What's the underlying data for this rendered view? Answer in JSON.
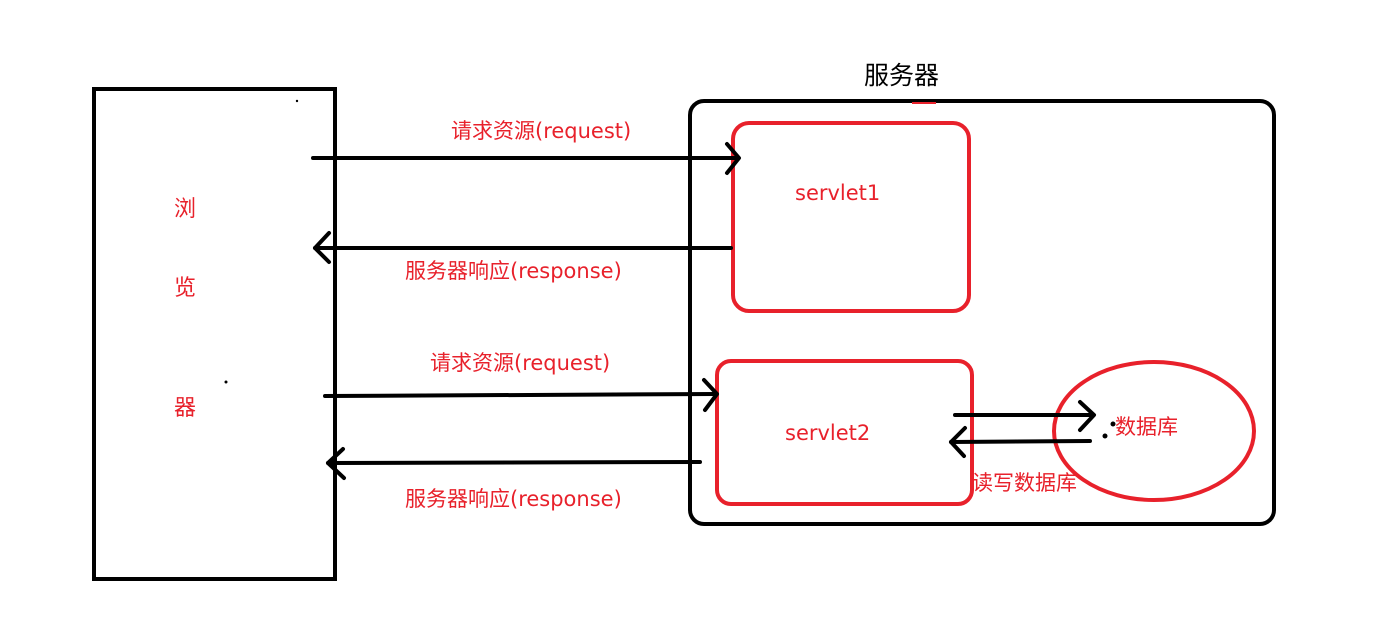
{
  "browser": {
    "chars": [
      "浏",
      "览",
      "器"
    ]
  },
  "server": {
    "title": "服务器"
  },
  "servlets": [
    {
      "label": "servlet1"
    },
    {
      "label": "servlet2"
    }
  ],
  "database": {
    "label": "数据库",
    "rw_label": "读写数据库"
  },
  "arrows": {
    "request_label_1": "请求资源(request)",
    "response_label_1": "服务器响应(response)",
    "request_label_2": "请求资源(request)",
    "response_label_2": "服务器响应(response)"
  },
  "colors": {
    "ink": "#000000",
    "accent": "#e8212b"
  }
}
